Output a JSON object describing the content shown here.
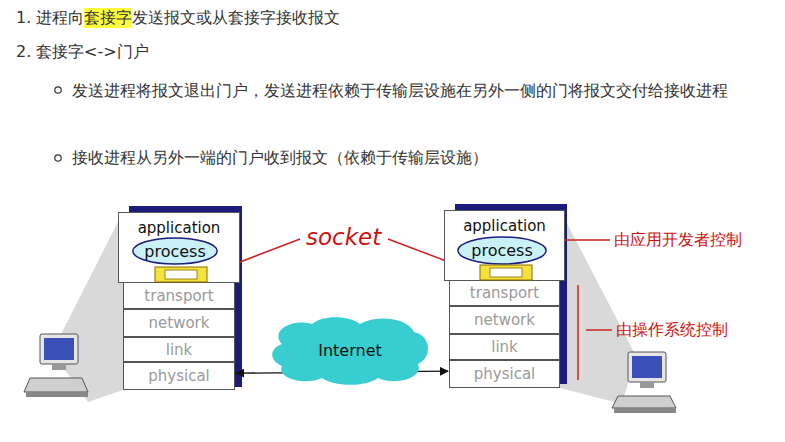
{
  "diagram": {
    "nodes": [
      {
        "text": [
          "application"
        ]
      },
      {
        "text": [
          "process"
        ],
        "in": 0
      },
      {
        "text": [
          "transport"
        ]
      },
      {
        "text": [
          "network"
        ]
      },
      {
        "text": [
          "link"
        ]
      },
      {
        "text": [
          "physical"
        ]
      },
      {
        "text": [
          "application"
        ]
      },
      {
        "text": [
          "process"
        ],
        "in": 6
      },
      {
        "text": [
          "transport"
        ]
      },
      {
        "text": [
          "network"
        ]
      },
      {
        "text": [
          "link"
        ]
      },
      {
        "text": [
          "physical"
        ]
      },
      {
        "text": [
          "Internet"
        ]
      }
    ],
    "edges": [
      {
        "from": 5,
        "to": 11,
        "arrow": "both"
      }
    ],
    "labels": [
      "1.",
      "进程向",
      "套接字",
      "发送报文或从套接字接收报文",
      "2.",
      "套接字<->门户",
      "发送进程将报文退出门户，发送进程依赖于传输层设施在另外一侧的门将报文交付给接收进程",
      "接收进程从另外一端的门户收到报文（依赖于传输层设施）",
      "socket",
      "由应用开发者控制",
      "由操作系统控制"
    ]
  }
}
